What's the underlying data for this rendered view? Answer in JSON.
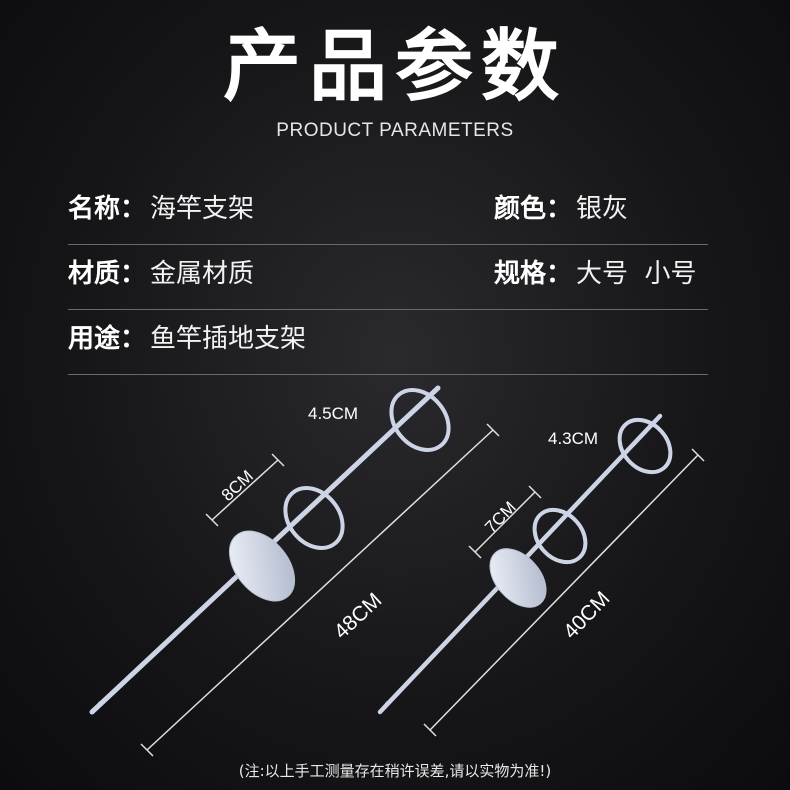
{
  "title": "产品参数",
  "subtitle": "PRODUCT PARAMETERS",
  "params": [
    {
      "left": {
        "label": "名称：",
        "value": "海竿支架"
      },
      "right": {
        "label": "颜色：",
        "value": "银灰"
      }
    },
    {
      "left": {
        "label": "材质：",
        "value": "金属材质"
      },
      "right": {
        "label": "规格：",
        "value": "大号  小号"
      }
    },
    {
      "left": {
        "label": "用途：",
        "value": "鱼竿插地支架"
      },
      "right": {
        "label": "",
        "value": ""
      }
    }
  ],
  "large_stand": {
    "ring_diameter": "4.5CM",
    "ring_spacing": "8CM",
    "length": "48CM"
  },
  "small_stand": {
    "ring_diameter": "4.3CM",
    "ring_spacing": "7CM",
    "length": "40CM"
  },
  "note": "(注:以上手工测量存在稍许误差,请以实物为准!)",
  "colors": {
    "background": "#151517",
    "text": "#ffffff",
    "stand": "#cdd4e6",
    "divider": "#6a6a6a"
  }
}
